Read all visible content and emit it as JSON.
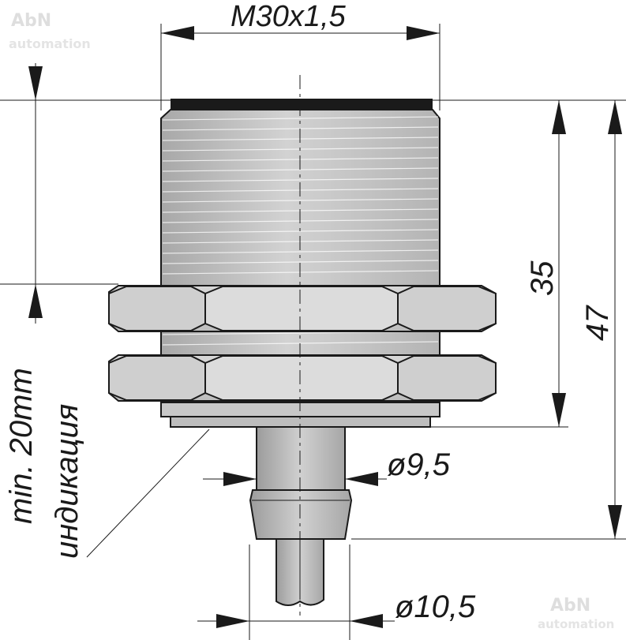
{
  "watermark": {
    "brand": "AbN",
    "sub": "automation"
  },
  "dimensions": {
    "thread": "M30x1,5",
    "length_thread": "35",
    "length_total": "47",
    "diameter_small": "ø9,5",
    "diameter_large": "ø10,5",
    "min_length": "min. 20mm",
    "indication": "индикация"
  },
  "colors": {
    "metal": "#c4c4c4",
    "metal_light": "#d6d6d6",
    "metal_dark": "#9a9a9a",
    "line": "#1a1a1a"
  }
}
